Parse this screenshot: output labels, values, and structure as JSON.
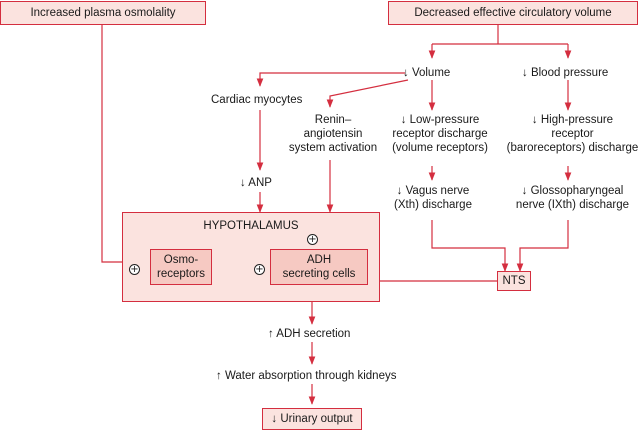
{
  "nodes": {
    "plasma_osmolality": "Increased plasma osmolality",
    "circulatory_volume": "Decreased effective circulatory volume",
    "volume": "↓ Volume",
    "blood_pressure": "↓ Blood pressure",
    "cardiac_myocytes": "Cardiac myocytes",
    "renin_line1": "Renin–",
    "renin_line2": "angiotensin",
    "renin_line3": "system activation",
    "low_pressure_line1": "↓ Low-pressure",
    "low_pressure_line2": "receptor discharge",
    "low_pressure_line3": "(volume receptors)",
    "high_pressure_line1": "↓ High-pressure",
    "high_pressure_line2": "receptor",
    "high_pressure_line3": "(baroreceptors) discharge",
    "anp": "↓ ANP",
    "vagus_line1": "↓ Vagus nerve",
    "vagus_line2": "(Xth) discharge",
    "glosso_line1": "↓ Glossopharyngeal",
    "glosso_line2": "nerve (IXth) discharge",
    "hypothalamus": "HYPOTHALAMUS",
    "osmo_line1": "Osmo-",
    "osmo_line2": "receptors",
    "adh_cells_line1": "ADH",
    "adh_cells_line2": "secreting cells",
    "nts": "NTS",
    "adh_secretion": "↑ ADH secretion",
    "water_absorption": "↑ Water absorption through kidneys",
    "urinary_output": "↓ Urinary output"
  },
  "plus_symbol": "+",
  "colors": {
    "line": "#d42e3f",
    "box_fill": "#fbe3df",
    "inner_fill": "#f6c9c2"
  }
}
